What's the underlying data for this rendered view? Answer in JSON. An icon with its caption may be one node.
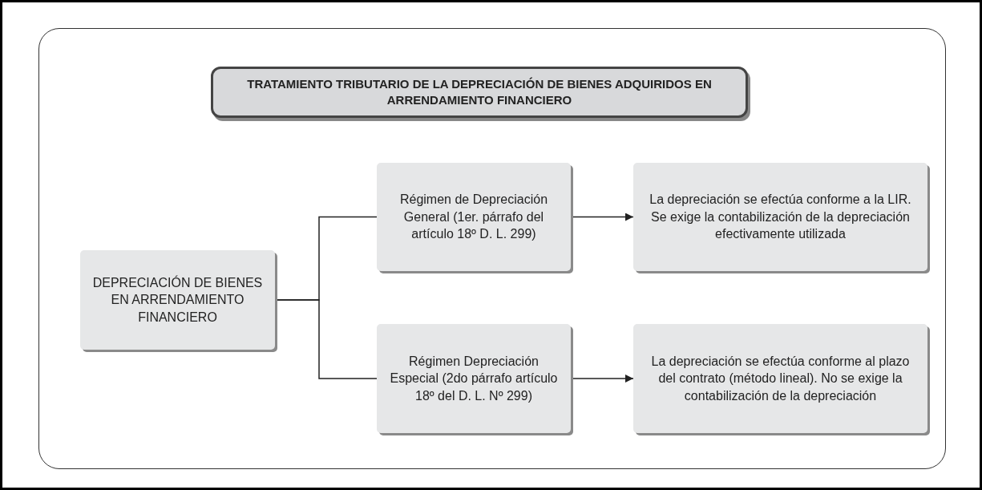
{
  "diagram": {
    "title": "TRATAMIENTO TRIBUTARIO DE LA DEPRECIACIÓN DE BIENES ADQUIRIDOS EN ARRENDAMIENTO FINANCIERO",
    "nodes": [
      {
        "text": [
          "DEPRECIACIÓN DE BIENES EN ARRENDAMIENTO FINANCIERO"
        ]
      },
      {
        "text": [
          "Régimen de Depreciación General (1er. párrafo del artículo 18º D. L. 299)"
        ]
      },
      {
        "text": [
          "Régimen Depreciación Especial (2do párrafo artículo 18º del D. L. Nº 299)"
        ]
      },
      {
        "text": [
          "La depreciación se efectúa conforme a la LIR. Se exige la contabilización de la depreciación efectivamente utilizada"
        ]
      },
      {
        "text": [
          "La depreciación se efectúa conforme al plazo del contrato (método lineal). No se exige la contabilización de la depreciación"
        ]
      }
    ],
    "edges": [
      {
        "from": 0,
        "to": 1,
        "arrow": "none"
      },
      {
        "from": 0,
        "to": 2,
        "arrow": "none"
      },
      {
        "from": 1,
        "to": 3,
        "arrow": "to"
      },
      {
        "from": 2,
        "to": 4,
        "arrow": "to"
      }
    ]
  }
}
